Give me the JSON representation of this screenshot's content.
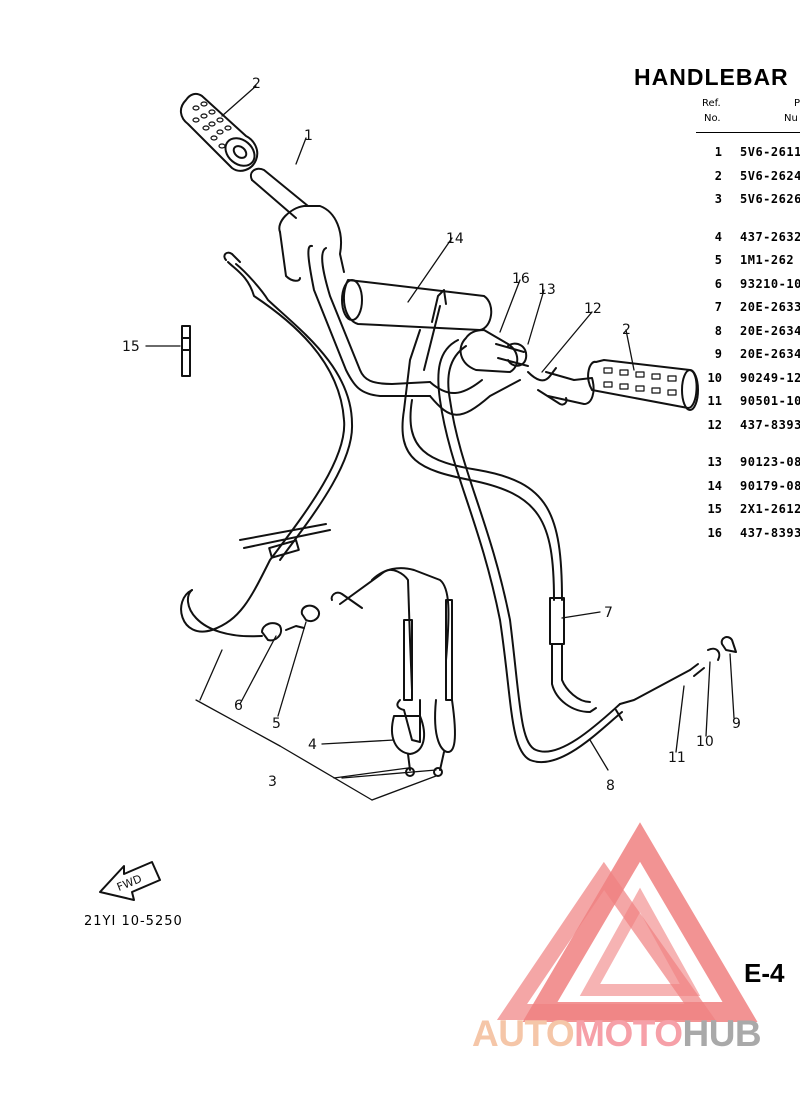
{
  "title": "HANDLEBAR",
  "table": {
    "header_ref": [
      "Ref.",
      "No."
    ],
    "header_part": [
      "P",
      "Nu"
    ],
    "rows": [
      {
        "ref": "1",
        "part": "5V6-2611"
      },
      {
        "ref": "2",
        "part": "5V6-2624"
      },
      {
        "ref": "3",
        "part": "5V6-2626"
      },
      {
        "ref": "4",
        "part": "437-2632"
      },
      {
        "ref": "5",
        "part": "1M1-262"
      },
      {
        "ref": "6",
        "part": "93210-10"
      },
      {
        "ref": "7",
        "part": "20E-2633"
      },
      {
        "ref": "8",
        "part": "20E-2634"
      },
      {
        "ref": "9",
        "part": "20E-2634"
      },
      {
        "ref": "10",
        "part": "90249-12"
      },
      {
        "ref": "11",
        "part": "90501-10"
      },
      {
        "ref": "12",
        "part": "437-8393"
      },
      {
        "ref": "13",
        "part": "90123-08"
      },
      {
        "ref": "14",
        "part": "90179-08"
      },
      {
        "ref": "15",
        "part": "2X1-2612"
      },
      {
        "ref": "16",
        "part": "437-8393"
      }
    ]
  },
  "callouts": [
    "1",
    "2",
    "2",
    "3",
    "4",
    "5",
    "6",
    "7",
    "8",
    "9",
    "10",
    "11",
    "12",
    "13",
    "14",
    "15",
    "16"
  ],
  "fwd_label": "FWD",
  "diagram_code": "21YI 10-5250",
  "page_label": "E-4",
  "watermark": {
    "part1": "AUTO",
    "part2": "MOTO",
    "part3": "HUB"
  },
  "colors": {
    "line": "#111111",
    "watermark_red": "#f08080",
    "watermark_orange": "#f5c6a8",
    "watermark_gray": "#a9a9a9"
  }
}
